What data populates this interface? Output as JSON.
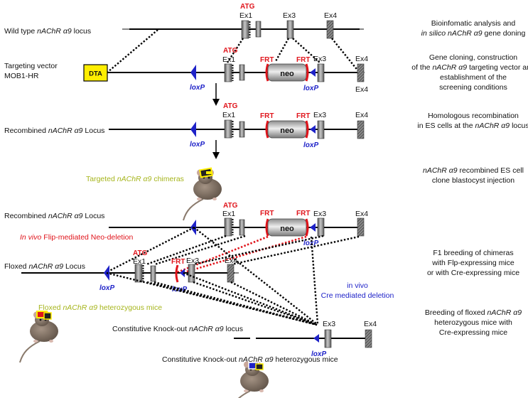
{
  "labels": {
    "wt": "Wild type",
    "gene": "nAChR α9",
    "locus": "locus",
    "Locus": "Locus",
    "tv1": "Targeting vector",
    "tv2": "MOB1-HR",
    "recombined": "Recombined",
    "floxed": "Floxed",
    "constitutive": "Constitutive Knock-out",
    "chimeras": "chimeras",
    "targeted": "Targeted",
    "floxed_het": "heterozygous mice",
    "ko_het": "heterozygous mice",
    "flip_invivo": "In vivo",
    "flip_rest": "Flip-mediated Neo-deletion",
    "cre1": "in vivo",
    "cre2": "Cre mediated deletion"
  },
  "features": {
    "atg": "ATG",
    "ex1": "Ex1",
    "ex3": "Ex3",
    "ex4": "Ex4",
    "frt": "FRT",
    "loxp": "loxP",
    "neo": "neo",
    "dta": "DTA"
  },
  "steps": {
    "s1a": "Bioinfomatic analysis and",
    "s1b_pre": "in silico",
    "s1b_post": "gene doning",
    "s2a": "Gene cloning, construction",
    "s2b_pre": "of the",
    "s2b_post": "targeting vector and",
    "s2c": "establishment of the",
    "s2d": "screening conditions",
    "s3a": "Homologous recombination",
    "s3b_pre": "in ES cells at the",
    "s3b_post": "locus",
    "s4a_post": "recombined ES cell",
    "s4b": "clone blastocyst injection",
    "s5a": "F1 breeding of chimeras",
    "s5b": "with Flp-expressing mice",
    "s5c": "or with Cre-expressing mice",
    "s6a_pre": "Breeding of floxed",
    "s6b": "heterozygous mice with",
    "s6c": "Cre-expressing mice"
  },
  "colors": {
    "red": "#e0141b",
    "blue": "#1e22c8",
    "olive": "#a6b51c",
    "dta_fill": "#ffee00",
    "exon_fill": "#9a9a9a"
  },
  "icons": [
    "mouse-icon",
    "down-arrow-icon",
    "loxp-triangle-icon",
    "frt-marker-icon"
  ]
}
